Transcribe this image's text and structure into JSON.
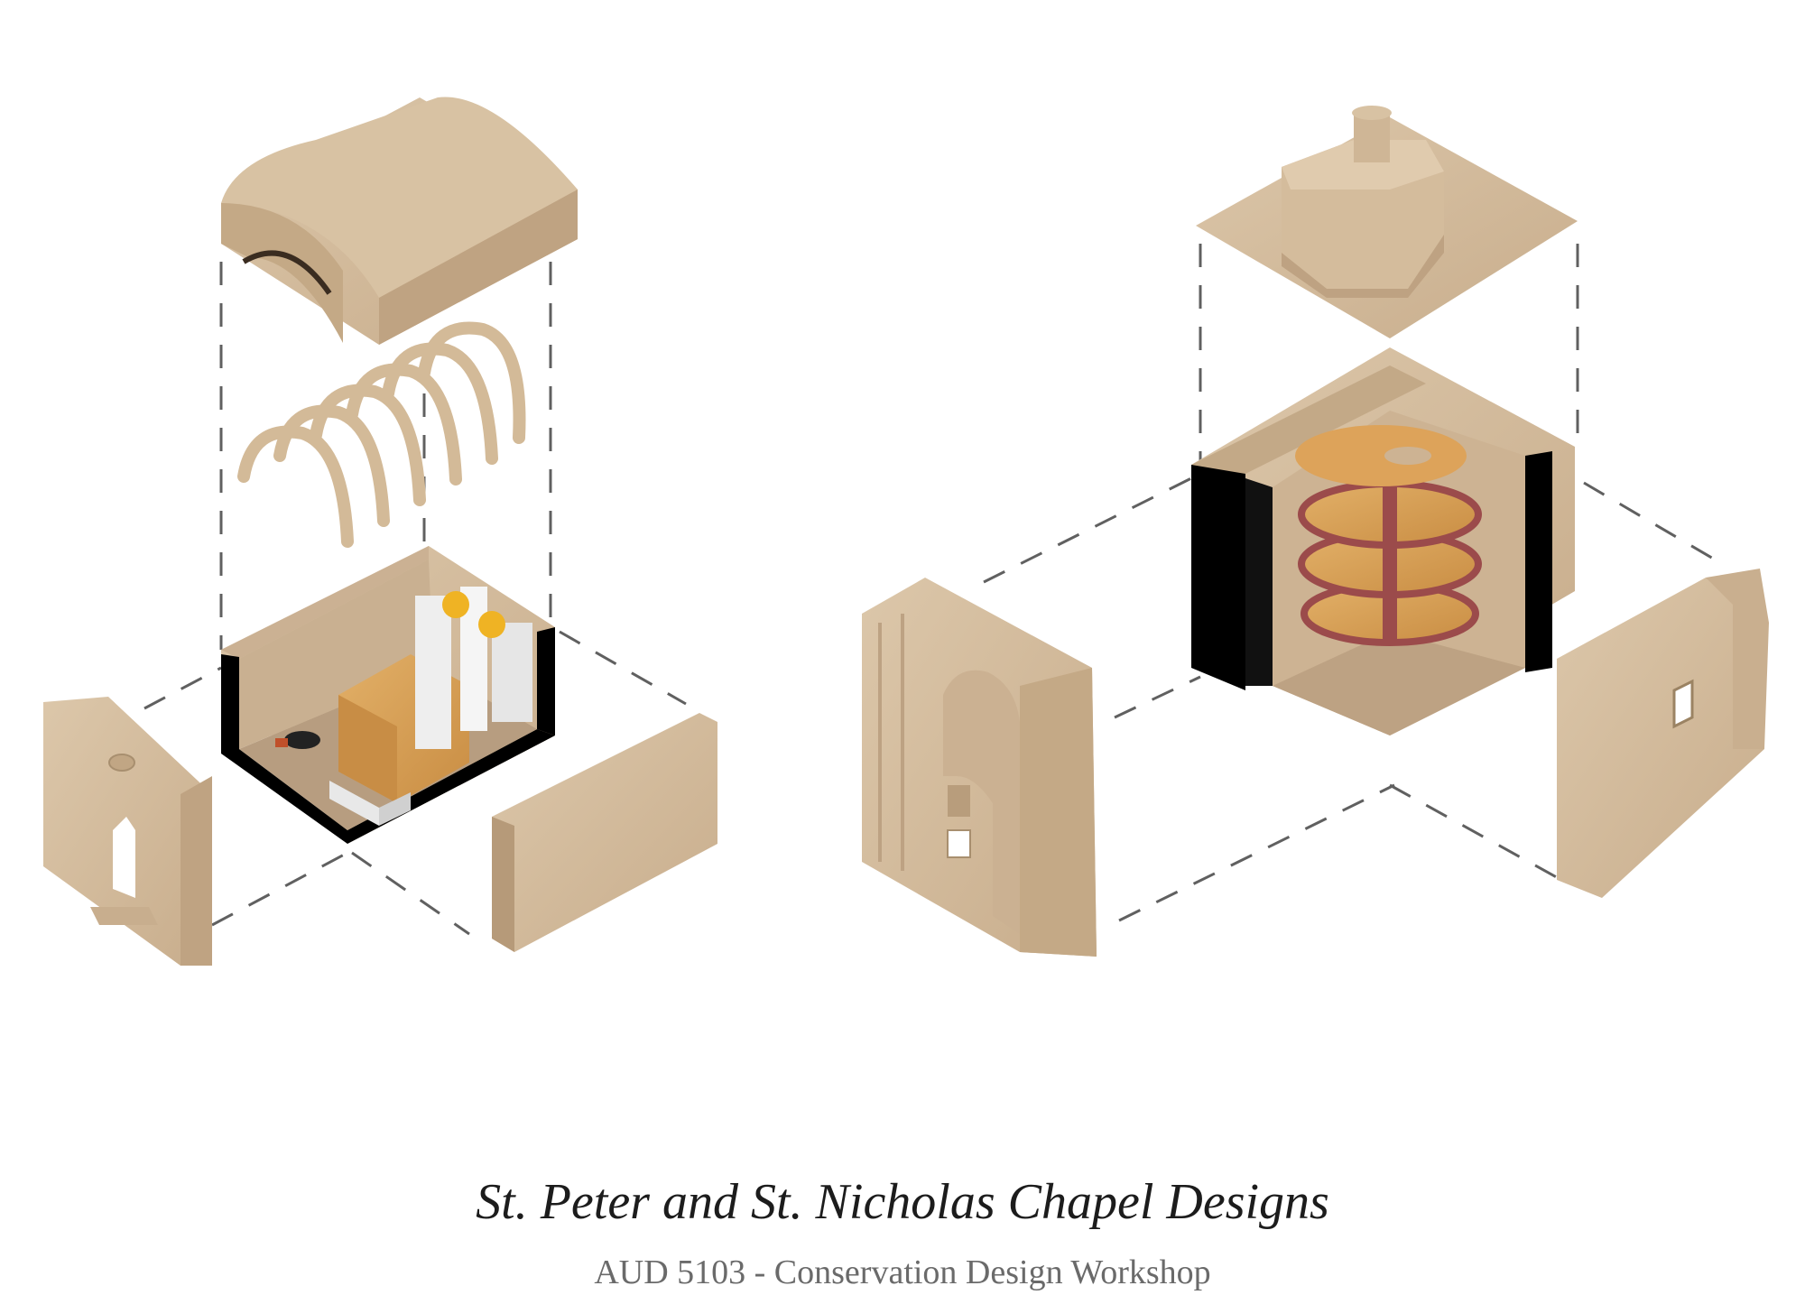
{
  "caption": {
    "title": "St. Peter and St. Nicholas Chapel Designs",
    "subtitle": "AUD 5103 - Conservation Design Workshop"
  },
  "colors": {
    "stone_light": "#d9c4a6",
    "stone_mid": "#c9b08f",
    "stone_dark": "#b79c7b",
    "section_black": "#000000",
    "wood": "#d7a257",
    "stair_rail": "#9b4b4b",
    "chair_yellow": "#efb324",
    "dash_line": "#606060"
  },
  "diagrams": [
    {
      "name": "st-peter-chapel-exploded-axonometric"
    },
    {
      "name": "st-nicholas-chapel-exploded-axonometric"
    }
  ]
}
